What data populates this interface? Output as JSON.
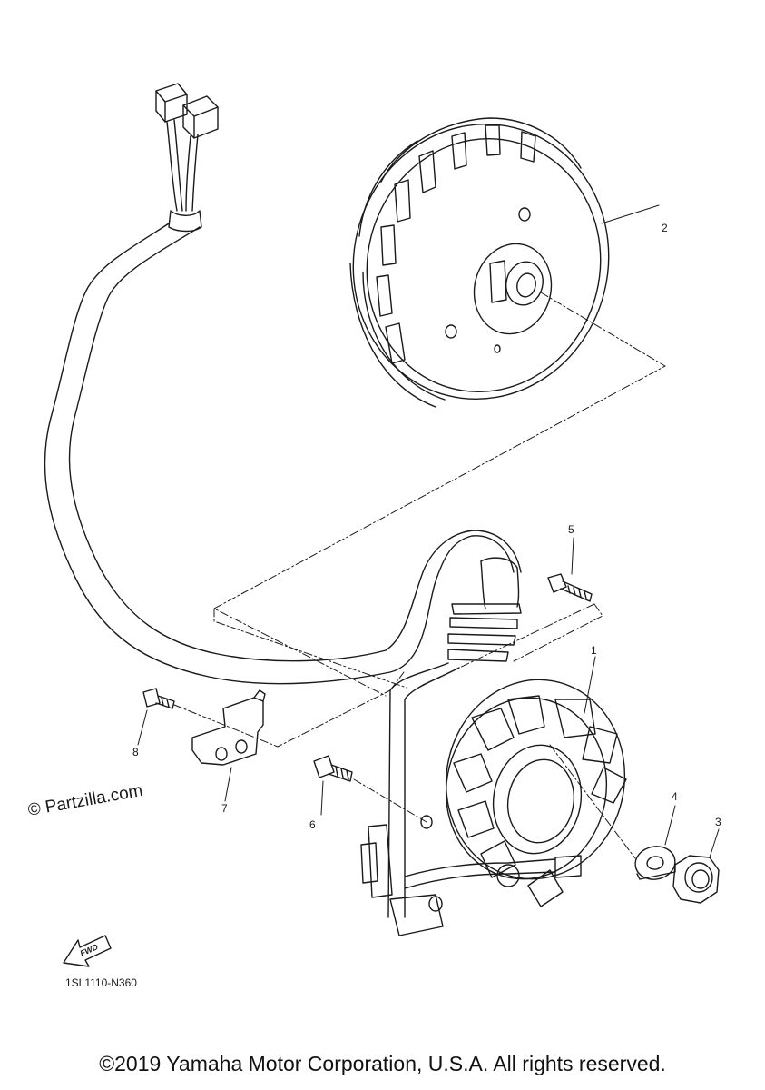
{
  "callouts": {
    "p1": "1",
    "p2": "2",
    "p3": "3",
    "p4": "4",
    "p5": "5",
    "p6": "6",
    "p7": "7",
    "p8": "8"
  },
  "watermark": "© Partzilla.com",
  "fwd_label": "FWD",
  "diagram_code": "1SL1110-N360",
  "copyright": "©2019 Yamaha Motor Corporation, U.S.A. All rights reserved."
}
